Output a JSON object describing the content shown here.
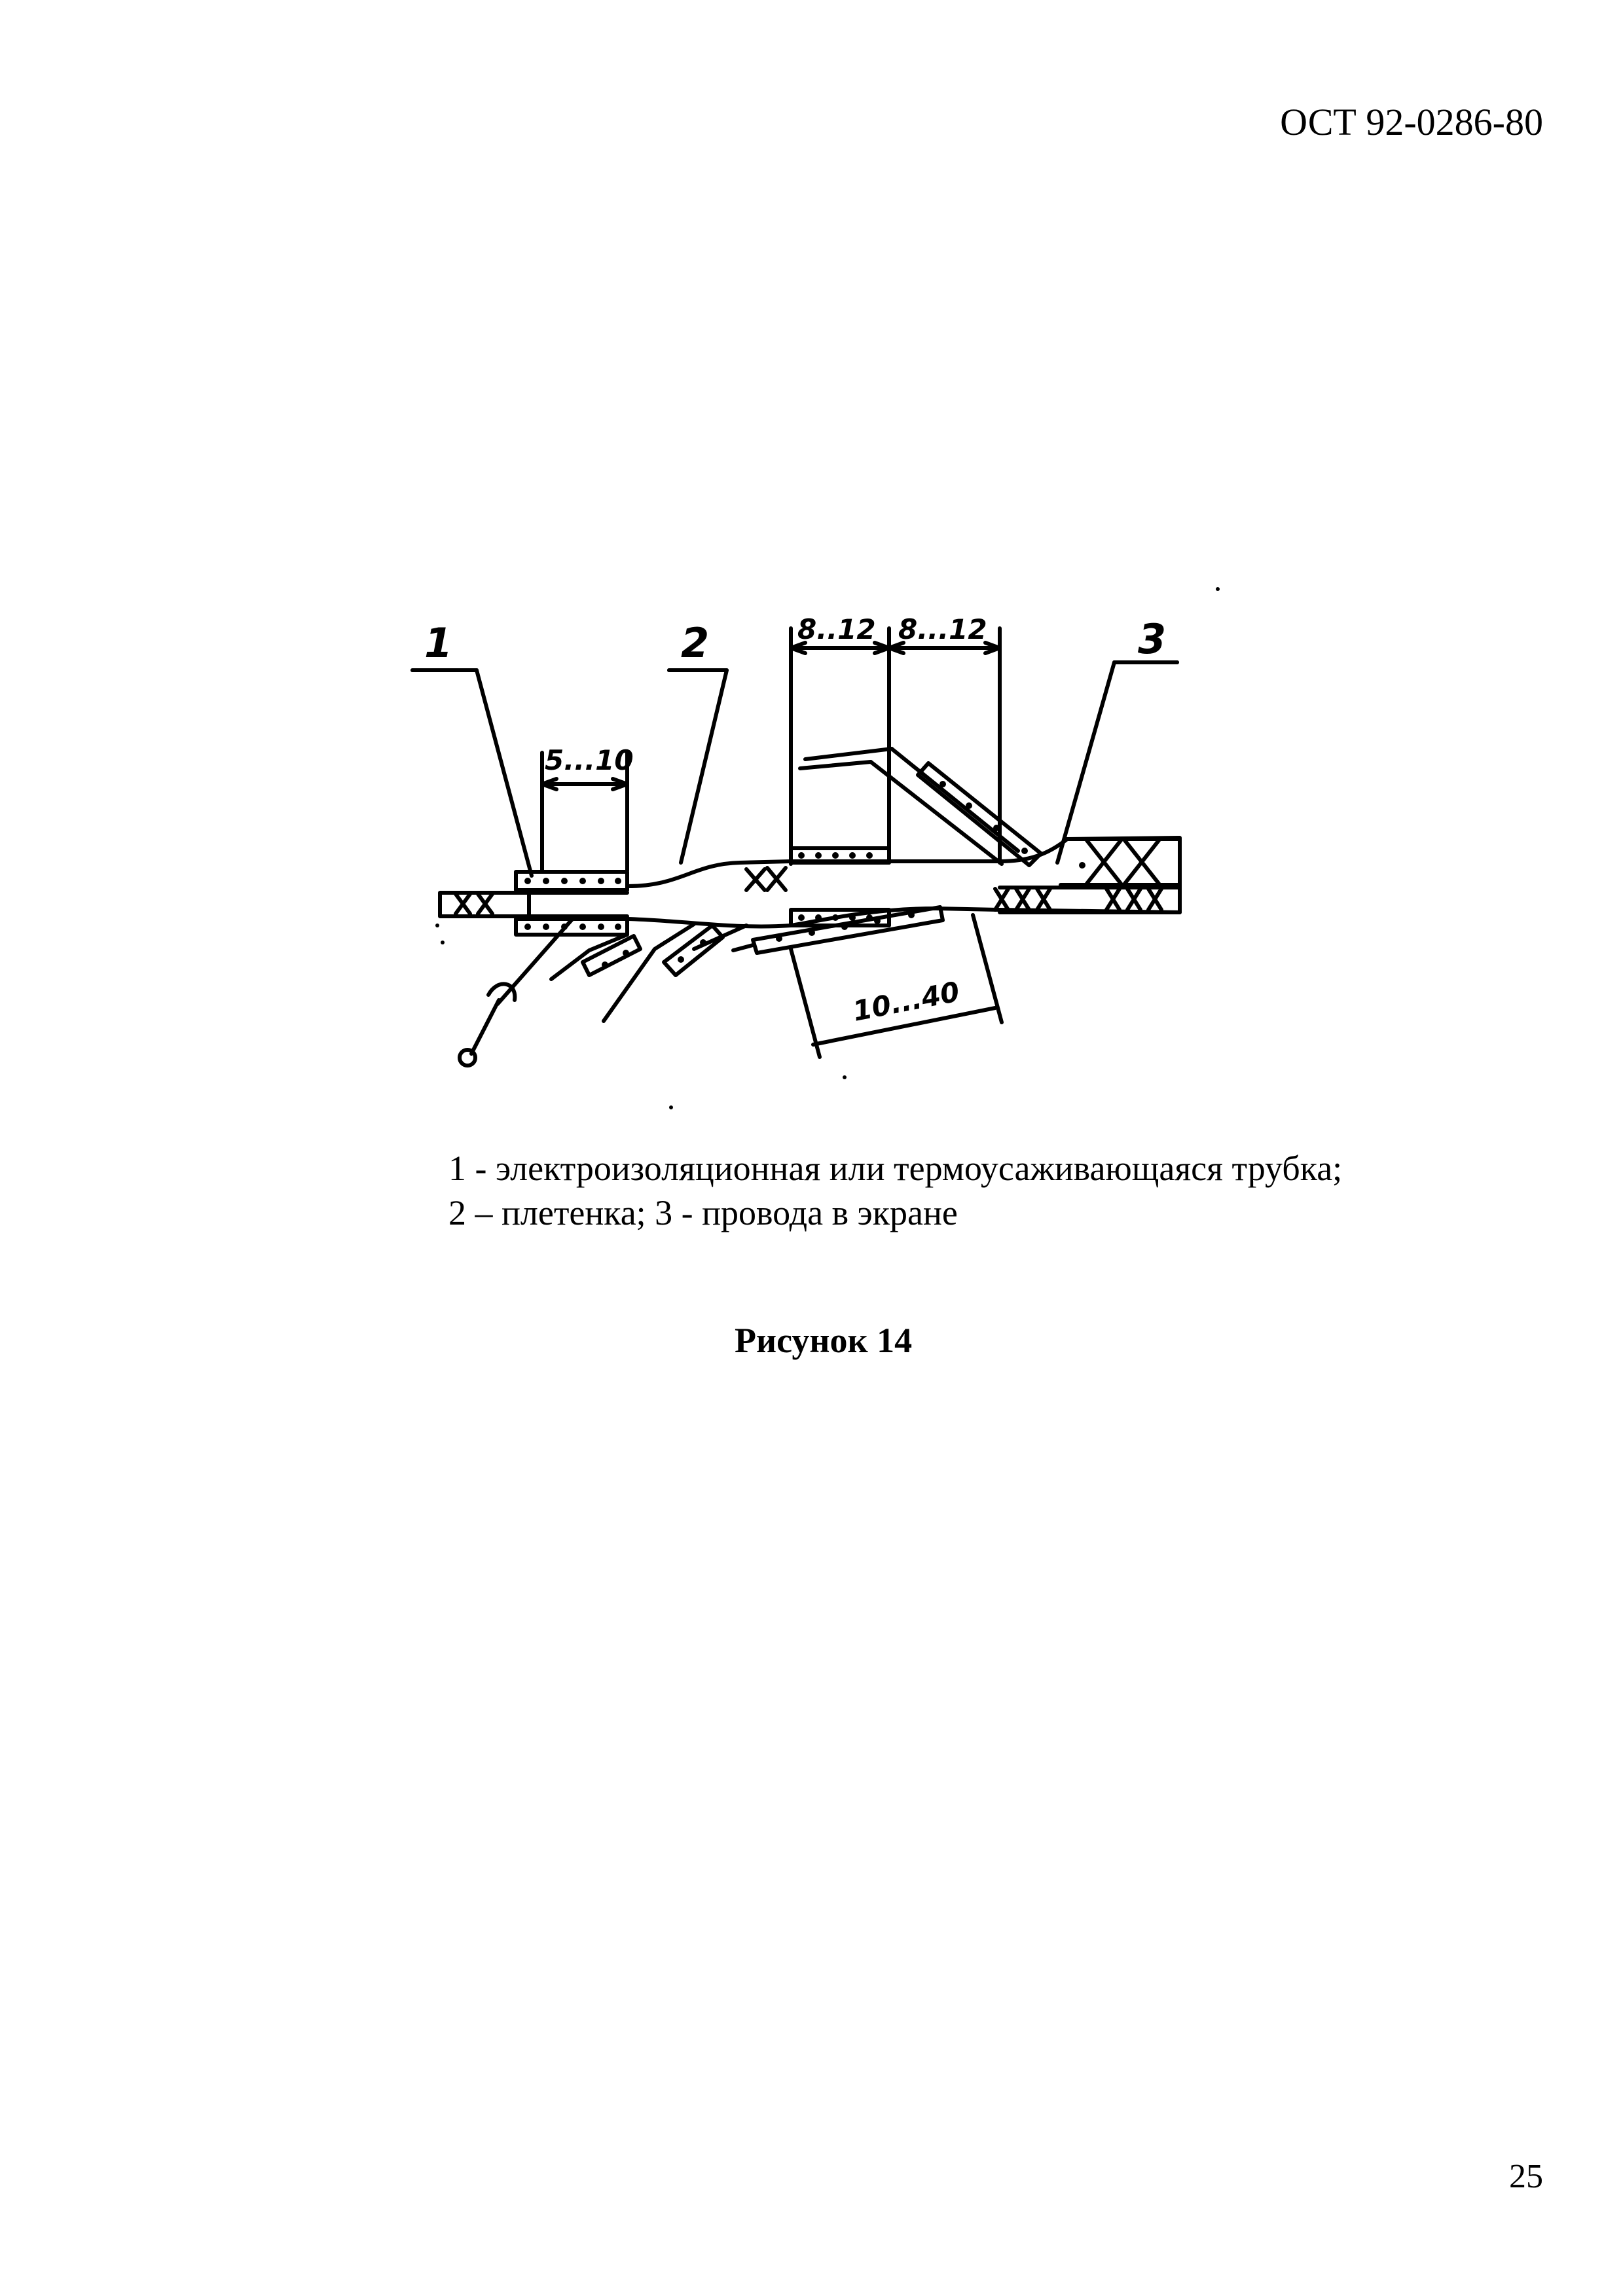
{
  "header": {
    "document_code": "ОСТ 92-0286-80"
  },
  "figure": {
    "callouts": {
      "c1": "1",
      "c2": "2",
      "c3": "3"
    },
    "dimensions": {
      "d1": "5...10",
      "d2": "8..12",
      "d3": "8...12",
      "d4": "10...40"
    }
  },
  "caption": {
    "line1": "1 - электроизоляционная или термоусаживающаяся трубка;",
    "line2": "2 – плетенка; 3 - провода в экране"
  },
  "figure_title": "Рисунок 14",
  "page_number": "25"
}
